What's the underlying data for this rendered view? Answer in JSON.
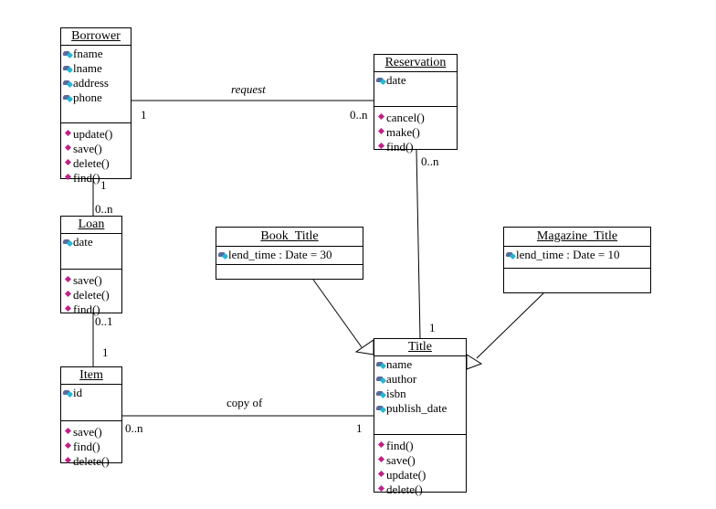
{
  "classes": {
    "borrower": {
      "name": "Borrower",
      "attributes": [
        "fname",
        "lname",
        "address",
        "phone"
      ],
      "operations": [
        "update()",
        "save()",
        "delete()",
        "find()"
      ]
    },
    "reservation": {
      "name": "Reservation",
      "attributes": [
        "date"
      ],
      "operations": [
        "cancel()",
        "make()",
        "find()"
      ]
    },
    "loan": {
      "name": "Loan",
      "attributes": [
        "date"
      ],
      "operations": [
        "save()",
        "delete()",
        "find()"
      ]
    },
    "item": {
      "name": "Item",
      "attributes": [
        "id"
      ],
      "operations": [
        "save()",
        "find()",
        "delete()"
      ]
    },
    "book_title": {
      "name": "Book_Title",
      "attributes": [
        "lend_time : Date = 30"
      ],
      "operations": []
    },
    "magazine_title": {
      "name": "Magazine_Title",
      "attributes": [
        "lend_time : Date = 10"
      ],
      "operations": []
    },
    "title": {
      "name": "Title",
      "attributes": [
        "name",
        "author",
        "isbn",
        "publish_date"
      ],
      "operations": [
        "find()",
        "save()",
        "update()",
        "delete()"
      ]
    }
  },
  "associations": {
    "borrower_reservation": {
      "label": "request",
      "end_a": "1",
      "end_b": "0..n"
    },
    "borrower_loan": {
      "end_a": "1",
      "end_b": "0..n"
    },
    "loan_item": {
      "end_a": "0..1",
      "end_b": "1"
    },
    "item_title": {
      "label": "copy of",
      "end_a": "0..n",
      "end_b": "1"
    },
    "reservation_title": {
      "end_a": "0..n",
      "end_b": "1"
    }
  },
  "icons": {
    "attribute": "attribute-icon",
    "operation": "operation-icon"
  },
  "colors": {
    "attribute_icon": "#5a6a9a",
    "attribute_icon_accent": "#22b8d8",
    "operation_icon": "#c0208a",
    "line": "#000000"
  }
}
